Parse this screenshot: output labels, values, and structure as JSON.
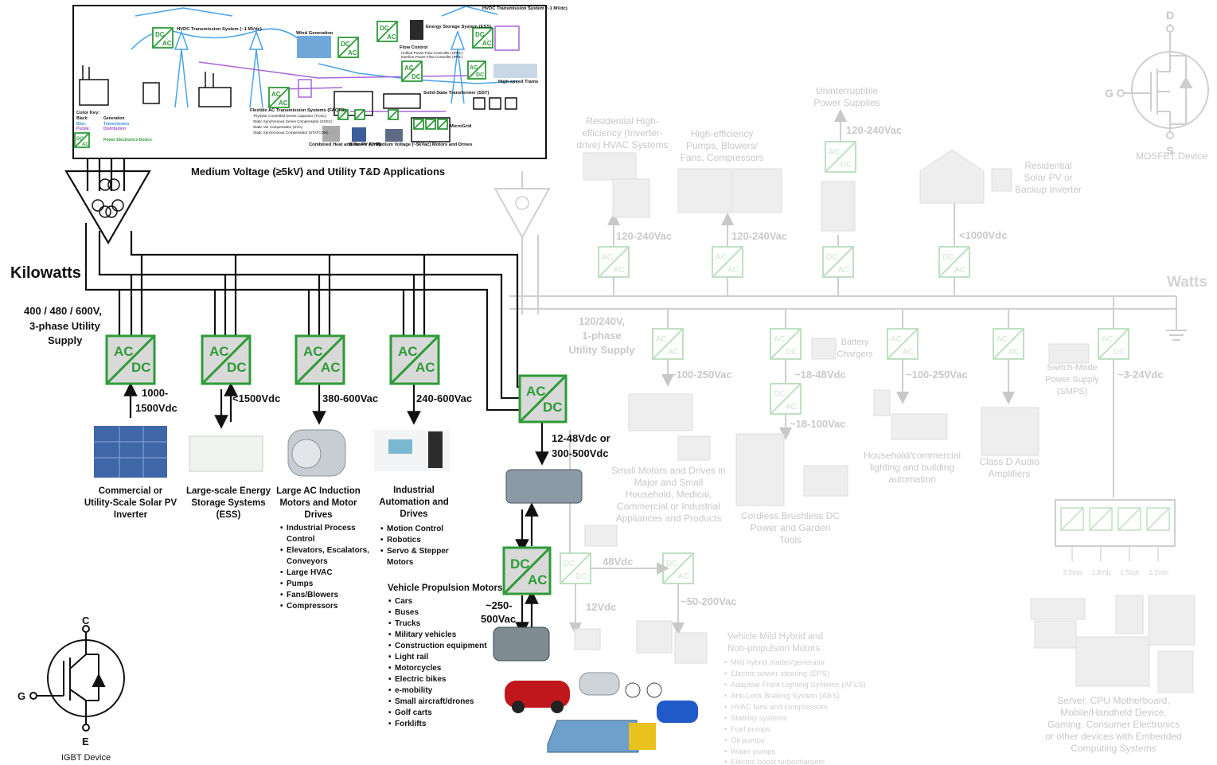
{
  "title_caption": "Medium Voltage (≥5kV) and Utility T&D Applications",
  "inset": {
    "hvdc_left": "HVDC Transmission System (~1 MVdc)",
    "hvdc_right": "HVDC Transmission System (~1 MVdc)",
    "wind": "Wind Generation",
    "ess": "Energy Storage System (ESS)",
    "flow_control": "Flow Control",
    "flow_items": [
      "Unified Power Flow Controller (UPFC)",
      "Interline Power Flow Controller (IPFC)"
    ],
    "trains": "High-speed Trains",
    "facts_title": "Flexible AC Transmission Systems (FACTS)",
    "facts_items": [
      "Thyristor Controlled Series Capacitor (TCSC)",
      "Static Synchronous Series Compensator (SSSC)",
      "Static Var Compensator (SVC)",
      "Static Synchronous Compensator (STATCOM)"
    ],
    "sst": "Solid-State Transformer (SST)",
    "microgrid": "MicroGrid",
    "chp": "Combined Heat and Power (CHP)",
    "solar_array": "Solar PV Array",
    "mv_motors": "Medium Voltage (~5kVac) Motors and Drives",
    "color_key": "Color Key:",
    "key_black": "Black:",
    "key_black_v": "Generation",
    "key_blue": "Blue:",
    "key_blue_v": "Transmission",
    "key_purple": "Purple:",
    "key_purple_v": "Distribution",
    "key_pe": "Power Electronics Device"
  },
  "left": {
    "kilowatts": "Kilowatts",
    "supply": [
      "400 / 480 / 600V,",
      "3-phase Utility",
      "Supply"
    ],
    "converters": [
      {
        "top": "AC",
        "bot": "DC"
      },
      {
        "top": "AC",
        "bot": "DC"
      },
      {
        "top": "AC",
        "bot": "AC"
      },
      {
        "top": "AC",
        "bot": "AC"
      },
      {
        "top": "AC",
        "bot": "DC"
      }
    ],
    "volts": [
      "1000-",
      "1500Vdc",
      "<1500Vdc",
      "380-600Vac",
      "240-600Vac"
    ],
    "ev_volt": [
      "12-48Vdc or",
      "300-500Vdc"
    ],
    "dc_ac": {
      "top": "DC",
      "bot": "AC"
    },
    "motor_volt": [
      "~250-",
      "500Vac"
    ],
    "captions": {
      "solar": [
        "Commercial or",
        "Utility-Scale Solar PV",
        "Inverter"
      ],
      "ess": [
        "Large-scale Energy",
        "Storage Systems",
        "(ESS)"
      ],
      "motors": [
        "Large AC  Induction",
        "Motors and Motor",
        "Drives"
      ],
      "automation": [
        "Industrial",
        "Automation and",
        "Drives"
      ]
    },
    "motor_bullets": [
      "Industrial Process",
      "Control",
      "Elevators, Escalators,",
      "Conveyors",
      "Large HVAC",
      "Pumps",
      "Fans/Blowers",
      "Compressors"
    ],
    "auto_bullets": [
      "Motion Control",
      "Robotics",
      "Servo & Stepper",
      "Motors"
    ],
    "vpm_title": "Vehicle Propulsion Motors",
    "vpm_bullets": [
      "Cars",
      "Buses",
      "Trucks",
      "Military vehicles",
      "Construction equipment",
      "Light rail",
      "Motorcycles",
      "Electric bikes",
      "e-mobility",
      "Small aircraft/drones",
      "Golf carts",
      "Forklifts"
    ],
    "igbt": {
      "c": "C",
      "g": "G",
      "e": "E",
      "label": "IGBT Device"
    }
  },
  "right": {
    "watts": "Watts",
    "utility": [
      "120/240V,",
      "1-phase",
      "Utility Supply"
    ],
    "hvac": [
      "Residential High-",
      "efficiency (Inverter-",
      "drive) HVAC Systems"
    ],
    "pumps": [
      "High-efficiency",
      "Pumps, Blowers/",
      "Fans, Compressors"
    ],
    "ups": [
      "Uninterruptible",
      "Power Supplies"
    ],
    "solar": [
      "Residential",
      "Solar PV  or",
      "Backup Inverter"
    ],
    "mosfet": {
      "d": "D",
      "g": "G",
      "s": "S",
      "label": "MOSFET Device"
    },
    "v_hvac": "120-240Vac",
    "v_pumps": "120-240Vac",
    "v_ups": "120-240Vac",
    "v_solar": "<1000Vdc",
    "battery": [
      "Battery",
      "Chargers"
    ],
    "smps": [
      "Switch-Mode",
      "Power Supply",
      "(SMPS)"
    ],
    "v_small": "~100-250Vac",
    "v_cordless1": "~18-48Vdc",
    "v_cordless2": "~18-100Vac",
    "v_light": "~100-250Vac",
    "v_smps": "~3-24Vdc",
    "small_motors": [
      "Small Motors and Drives in",
      "Major and Small",
      "Household, Medical,",
      "Commercial or Industrial",
      "Appliances and Products"
    ],
    "cordless": [
      "Cordless Brushless DC",
      "Power and Garden",
      "Tools"
    ],
    "lighting": [
      "Household/commercial",
      "lighting and building",
      "automation"
    ],
    "classd": [
      "Class D Audio",
      "Amplifiers"
    ],
    "rails": [
      "3.3Vdc",
      "1.8Vdc",
      "1.5Vdc",
      "1.1Vdc"
    ],
    "v48": "48Vdc",
    "v12": "12Vdc",
    "v50": "~50-200Vac",
    "mild_title": [
      "Vehicle Mild Hybrid and",
      "Non-propulsion Motors"
    ],
    "mild_bullets": [
      "Mild hybrid starter/generator",
      "Electric power steering (EPS)",
      "Adaptive Front Lighting Systems (AFLS)",
      "Anti-Lock Braking System (ABS)",
      "HVAC fans and compressors",
      "Stability systems",
      "Fuel pumps",
      "Oil pumps",
      "Water pumps",
      "Electric boost turbochargers"
    ],
    "server": [
      "Server, CPU Motherboard,",
      "Mobile/Handheld Device,",
      "Gaming, Consumer Electronics",
      "or other devices with Embedded",
      "Computing Systems"
    ]
  },
  "colors": {
    "green": "#2e9b38",
    "grey": "#c8c8c8",
    "lightgreen": "#bfe0c2",
    "blue": "#4aa3e8",
    "purple": "#a865d8"
  }
}
